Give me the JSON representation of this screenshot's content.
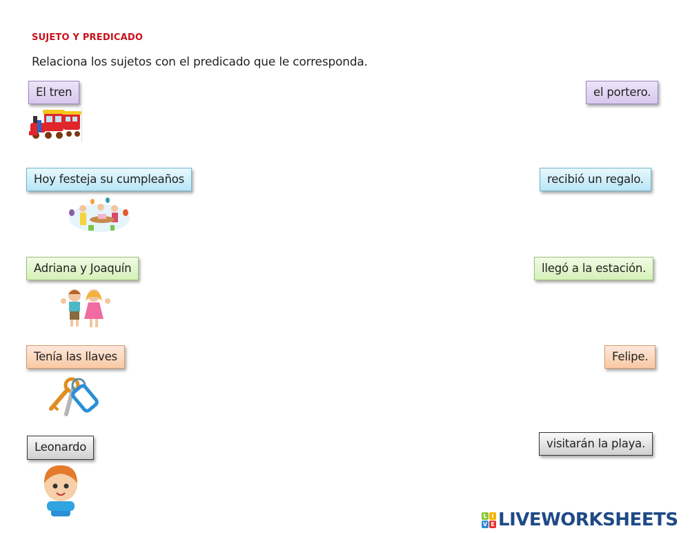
{
  "worksheet": {
    "title": "Sujeto y predicado",
    "instruction": "Relaciona los sujetos con el predicado que le corresponda."
  },
  "left_items": [
    {
      "label": "El tren",
      "color": "purple",
      "image": "train-icon"
    },
    {
      "label": "Hoy festeja su cumpleaños",
      "color": "blue",
      "image": "birthday-party-icon"
    },
    {
      "label": "Adriana y Joaquín",
      "color": "green",
      "image": "children-icon"
    },
    {
      "label": "Tenía las llaves",
      "color": "orange",
      "image": "keys-icon"
    },
    {
      "label": "Leonardo",
      "color": "gray",
      "image": "boy-icon"
    }
  ],
  "right_items": [
    {
      "label": "el portero.",
      "color": "purple"
    },
    {
      "label": "recibió un regalo.",
      "color": "blue"
    },
    {
      "label": "llegó a la estación.",
      "color": "green"
    },
    {
      "label": "Felipe.",
      "color": "orange"
    },
    {
      "label": "visitarán la playa.",
      "color": "gray"
    }
  ],
  "branding": {
    "logo_letters": [
      "L",
      "I",
      "V",
      "E"
    ],
    "logo_colors": [
      "#8cc63f",
      "#f7b500",
      "#2e8bd8",
      "#e5322d"
    ],
    "logo_text": "LIVEWORKSHEETS"
  }
}
